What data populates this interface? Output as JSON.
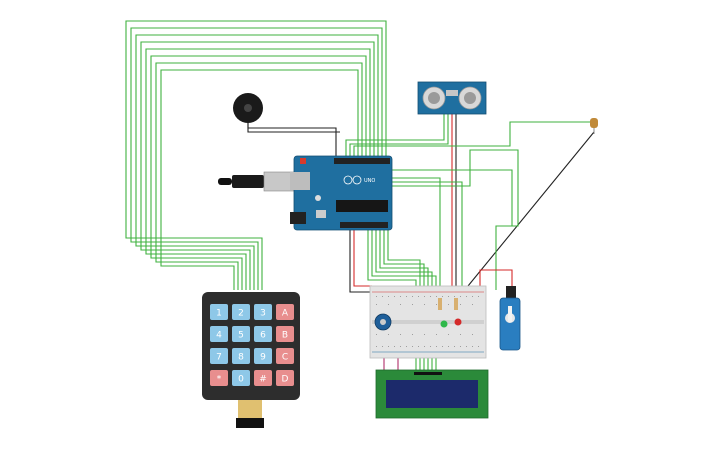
{
  "keypad": {
    "keys": [
      {
        "label": "1",
        "color": "#8ec8e8"
      },
      {
        "label": "2",
        "color": "#8ec8e8"
      },
      {
        "label": "3",
        "color": "#8ec8e8"
      },
      {
        "label": "A",
        "color": "#e88e8e"
      },
      {
        "label": "4",
        "color": "#8ec8e8"
      },
      {
        "label": "5",
        "color": "#8ec8e8"
      },
      {
        "label": "6",
        "color": "#8ec8e8"
      },
      {
        "label": "B",
        "color": "#e88e8e"
      },
      {
        "label": "7",
        "color": "#8ec8e8"
      },
      {
        "label": "8",
        "color": "#8ec8e8"
      },
      {
        "label": "9",
        "color": "#8ec8e8"
      },
      {
        "label": "C",
        "color": "#e88e8e"
      },
      {
        "label": "*",
        "color": "#e88e8e"
      },
      {
        "label": "0",
        "color": "#8ec8e8"
      },
      {
        "label": "#",
        "color": "#e88e8e"
      },
      {
        "label": "D",
        "color": "#e88e8e"
      }
    ]
  },
  "arduino": {
    "label": "UNO"
  },
  "colors": {
    "wire_green": "#3fb23f",
    "wire_red": "#d42a2a",
    "wire_black": "#222222",
    "board_blue": "#1f6fa0",
    "lcd_screen": "#1c2a6b"
  }
}
